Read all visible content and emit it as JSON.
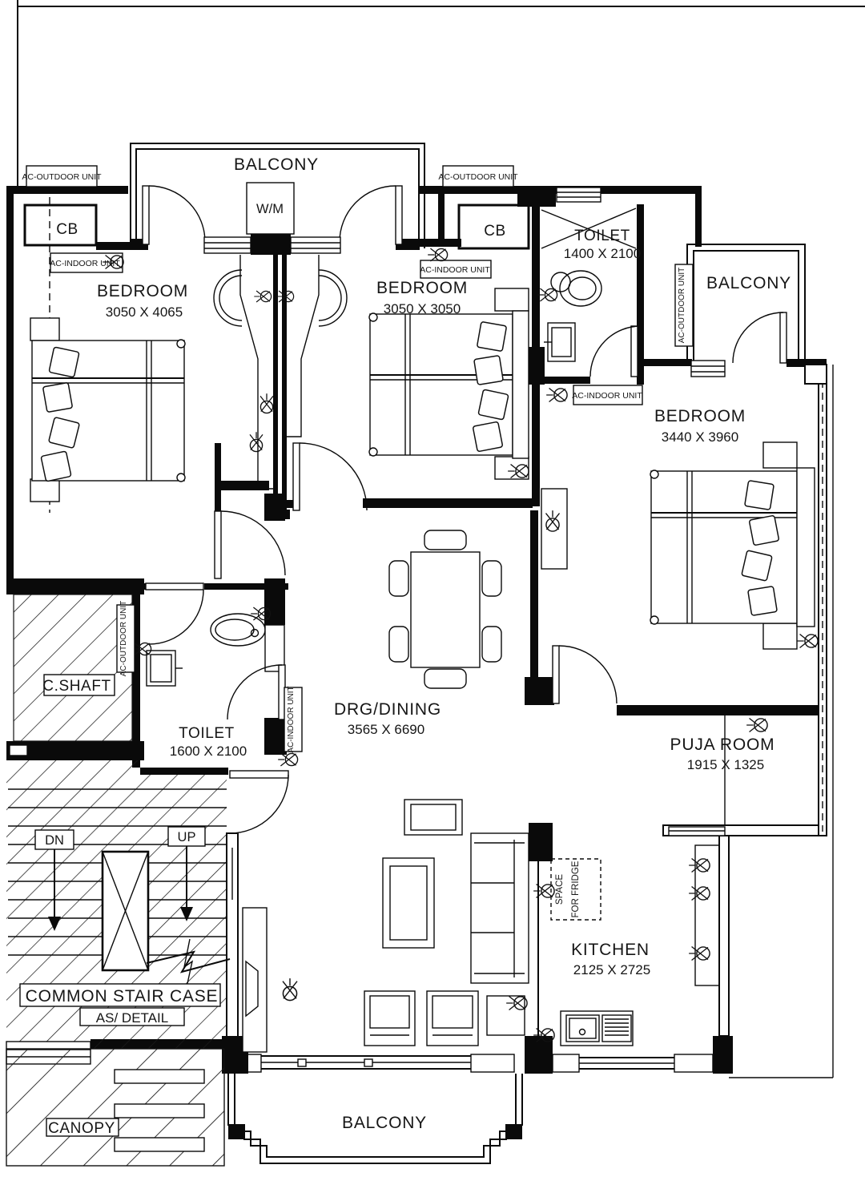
{
  "plan": {
    "rooms": {
      "balcony_top": {
        "label": "BALCONY"
      },
      "balcony_right": {
        "label": "BALCONY"
      },
      "balcony_bottom": {
        "label": "BALCONY"
      },
      "bedroom_left": {
        "label": "BEDROOM",
        "dims": "3050 X 4065"
      },
      "bedroom_mid": {
        "label": "BEDROOM",
        "dims": "3050 X 3050"
      },
      "bedroom_right": {
        "label": "BEDROOM",
        "dims": "3440 X 3960"
      },
      "toilet_top": {
        "label": "TOILET",
        "dims": "1400 X 2100"
      },
      "toilet_left": {
        "label": "TOILET",
        "dims": "1600 X 2100"
      },
      "drg_dining": {
        "label": "DRG/DINING",
        "dims": "3565 X 6690"
      },
      "puja_room": {
        "label": "PUJA ROOM",
        "dims": "1915 X 1325"
      },
      "kitchen": {
        "label": "KITCHEN",
        "dims": "2125 X 2725"
      },
      "c_shaft": {
        "label": "C.SHAFT"
      },
      "stair": {
        "label": "COMMON STAIR CASE",
        "sublabel": "AS/ DETAIL"
      },
      "canopy": {
        "label": "CANOPY"
      }
    },
    "labels": {
      "ac_outdoor": "AC-OUTDOOR UNIT",
      "ac_indoor": "AC-INDOOR UNIT",
      "cb": "CB",
      "wm": "W/M",
      "dn": "DN",
      "up": "UP",
      "fridge_line1": "SPACE",
      "fridge_line2": "FOR FRIDGE"
    }
  }
}
